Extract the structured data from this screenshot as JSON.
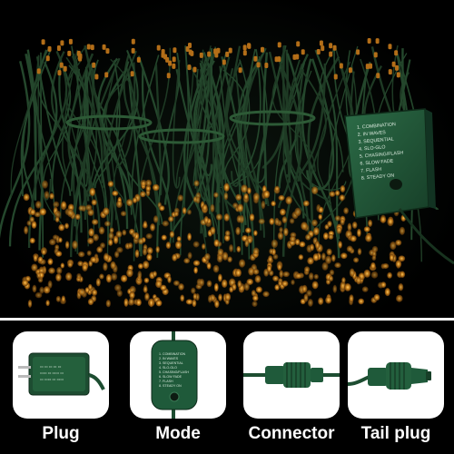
{
  "controller": {
    "modes": [
      "1. COMBINATION",
      "2. IN WAVES",
      "3. SEQUENTIAL",
      "4. SLO-GLO",
      "5. CHASING/FLASH",
      "6. SLOW FADE",
      "7. FLASH",
      "8. STEADY ON"
    ]
  },
  "features": [
    {
      "label": "Plug",
      "icon": "plug-adapter-icon"
    },
    {
      "label": "Mode",
      "icon": "mode-controller-icon"
    },
    {
      "label": "Connector",
      "icon": "connector-icon"
    },
    {
      "label": "Tail plug",
      "icon": "tail-plug-icon"
    }
  ],
  "colors": {
    "background": "#000000",
    "wire": "#1e3a24",
    "bulb": "#c07a1a",
    "controller": "#1f5a3a",
    "tile": "#ffffff",
    "label": "#ffffff"
  }
}
